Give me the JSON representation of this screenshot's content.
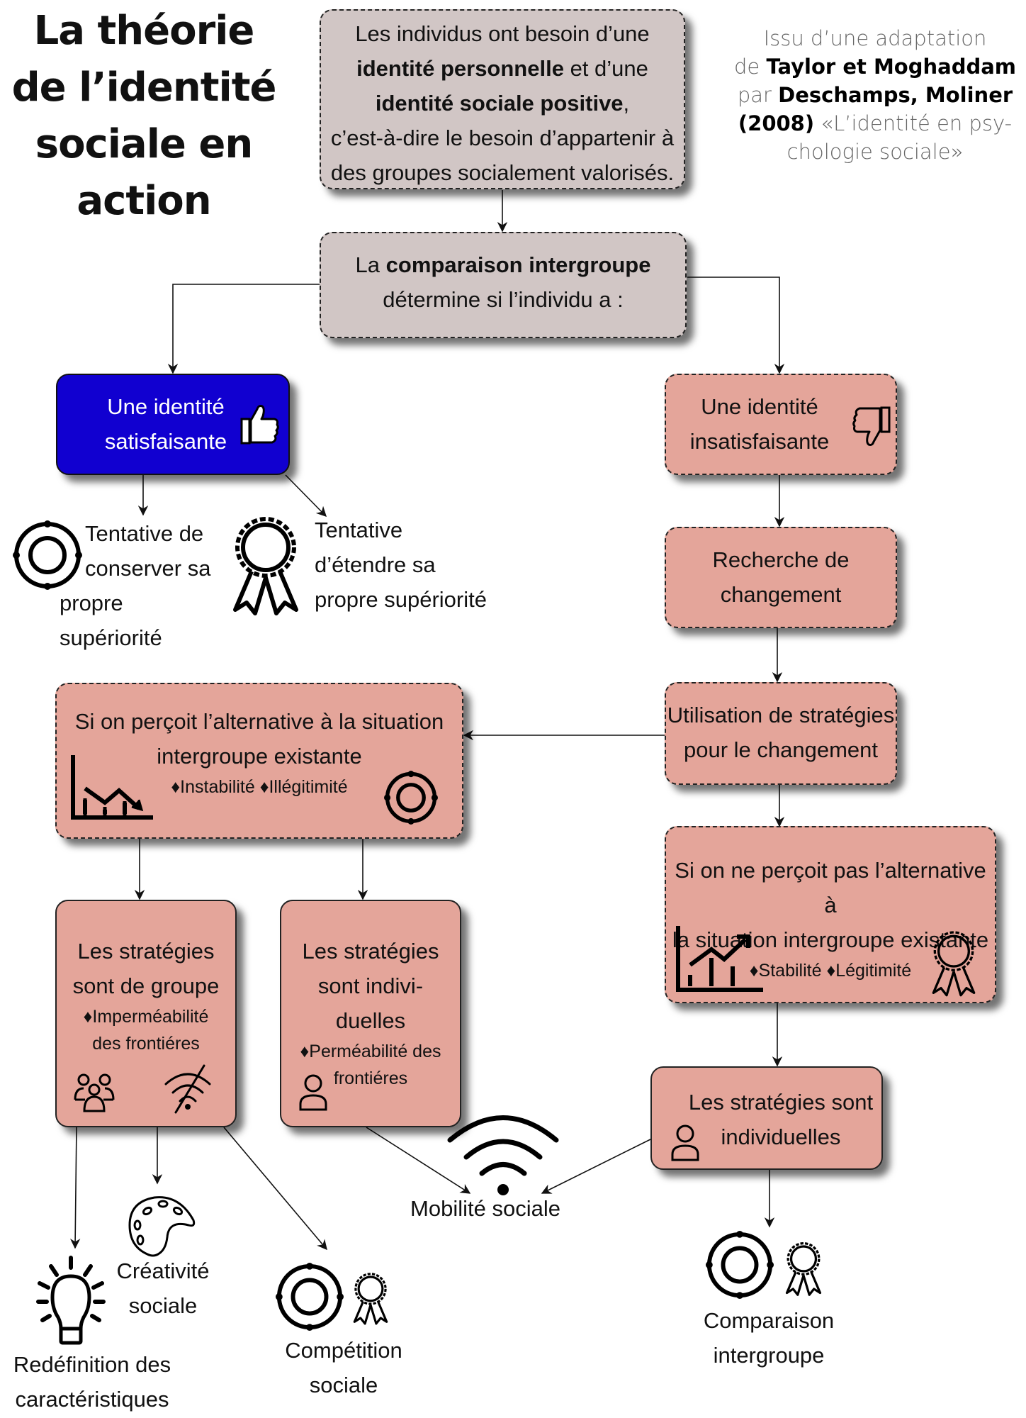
{
  "title": {
    "lines": [
      "La théorie",
      "de l’identité",
      "sociale en",
      "action"
    ]
  },
  "credit": {
    "line1": "Issu d’une adaptation",
    "line2_prefix": "de ",
    "line2_bold": "Taylor et Moghaddam",
    "line3_prefix": "par ",
    "line3_bold": "Deschamps, Moliner",
    "line4_bold": "(2008)",
    "line4_rest": " «L’identité en psy-",
    "line5": "chologie sociale»"
  },
  "nodes": {
    "besoin": {
      "line1": "Les individus ont besoin d’une",
      "line2_bold": "identité personnelle",
      "line2_rest": " et d’une",
      "line3_bold": "identité sociale positive",
      "line3_rest": ",",
      "line4": "c’est-à-dire le besoin d’appartenir à",
      "line5": "des groupes socialement valorisés."
    },
    "comparaison": {
      "line1_prefix": "La ",
      "line1_bold": "comparaison intergroupe",
      "line2": "détermine si l’individu a :"
    },
    "satisfaisante": {
      "line1": "Une identité",
      "line2": "satisfaisante",
      "icon": "thumbs-up-icon"
    },
    "insatisfaisante": {
      "line1": "Une identité",
      "line2": "insatisfaisante",
      "icon": "thumbs-down-icon"
    },
    "recherche": {
      "line1": "Recherche de",
      "line2": "changement"
    },
    "utilisation": {
      "line1": "Utilisation de stratégies",
      "line2": "pour le changement"
    },
    "percoit": {
      "line1": "Si on perçoit l’alternative à la situation",
      "line2": "intergroupe existante",
      "tags": "♦Instabilité ♦Illégitimité",
      "icons": [
        "chart-down-icon",
        "target-icon"
      ]
    },
    "ne_percoit": {
      "line1": "Si on ne perçoit pas l’alternative à",
      "line2": "la situation intergroupe existante",
      "tags": "♦Stabilité ♦Légitimité",
      "icons": [
        "chart-up-icon",
        "award-ribbon-icon"
      ]
    },
    "groupe": {
      "line1": "Les stratégies",
      "line2": "sont de groupe",
      "tag1": "♦Imperméabilité",
      "tag2": "des frontiéres",
      "icons": [
        "group-icon",
        "wifi-off-icon"
      ]
    },
    "individuelles_left": {
      "line1": "Les stratégies",
      "line2": "sont indivi-",
      "line3": "duelles",
      "tag1": "♦Perméabilité des",
      "tag2": "frontiéres",
      "icon": "person-icon"
    },
    "individuelles_right": {
      "line1": "Les stratégies sont",
      "line2": "individuelles",
      "icon": "person-icon"
    }
  },
  "outcomes": {
    "conserver": {
      "line1": "Tentative de",
      "line2": "conserver sa",
      "line3": "propre supériorité",
      "icon": "target-icon"
    },
    "etendre": {
      "line1": "Tentative",
      "line2": "d’étendre sa",
      "line3": "propre supériorité",
      "icon": "award-ribbon-icon"
    },
    "redefinition": {
      "line1": "Redéfinition des",
      "line2": "caractéristiques",
      "icon": "lightbulb-icon"
    },
    "creativite": {
      "line1": "Créativité",
      "line2": "sociale",
      "icon": "palette-icon"
    },
    "competition": {
      "line1": "Compétition",
      "line2": "sociale",
      "icons": [
        "target-icon",
        "award-ribbon-icon"
      ]
    },
    "mobilite": {
      "line1": "Mobilité sociale",
      "icon": "wifi-icon"
    },
    "comparaison_ig": {
      "line1": "Comparaison",
      "line2": "intergroupe",
      "icons": [
        "target-icon",
        "award-ribbon-icon"
      ]
    }
  },
  "colors": {
    "grey_box": "#d1c6c5",
    "pink_box": "#e4a59a",
    "blue_box": "#1100d0"
  }
}
